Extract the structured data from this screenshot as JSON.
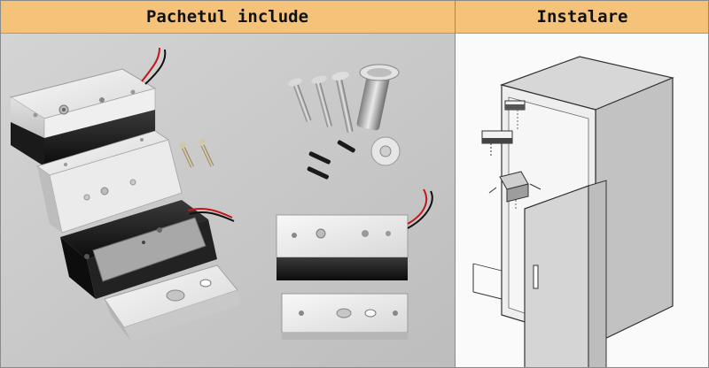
{
  "sections": {
    "contents_title": "Pachetul include",
    "install_title": "Instalare"
  },
  "colors": {
    "header_bg": "#f5c27a",
    "photo_bg": "#cfcfcf",
    "diagram_bg": "#fafafa"
  },
  "icons": {
    "magnetic_lock": "electromagnetic-lock-photo",
    "armature_plate": "armature-plate-photo",
    "l_bracket": "l-bracket-photo",
    "screws": "screws-photo",
    "cabinet": "cabinet-installation-diagram"
  }
}
